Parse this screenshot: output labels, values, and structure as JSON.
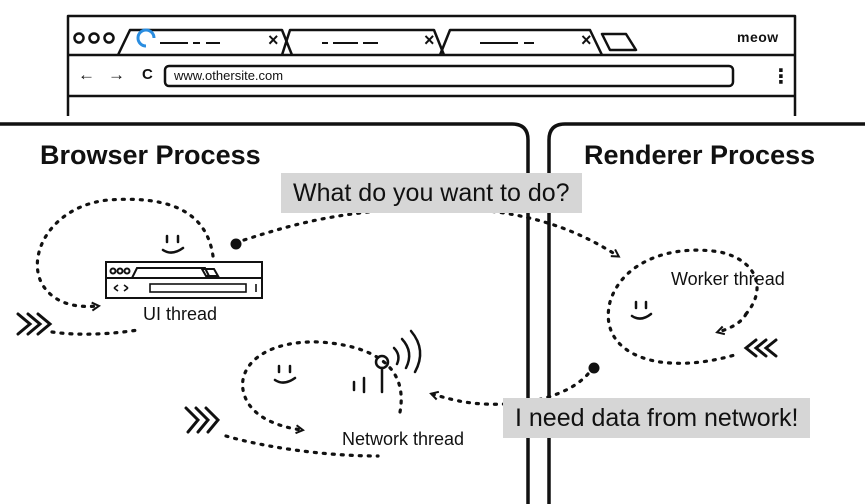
{
  "browser_window": {
    "brand": "meow",
    "url": "www.othersite.com",
    "tab_close": "×",
    "nav_back": "←",
    "nav_forward": "→",
    "nav_reload": "C",
    "menu": "⋮"
  },
  "browser_process": {
    "title": "Browser Process",
    "ui_thread": "UI thread",
    "network_thread": "Network thread"
  },
  "renderer_process": {
    "title": "Renderer Process",
    "worker_thread": "Worker thread"
  },
  "messages": {
    "request": "What do you want to do?",
    "response": "I need data from network!"
  }
}
